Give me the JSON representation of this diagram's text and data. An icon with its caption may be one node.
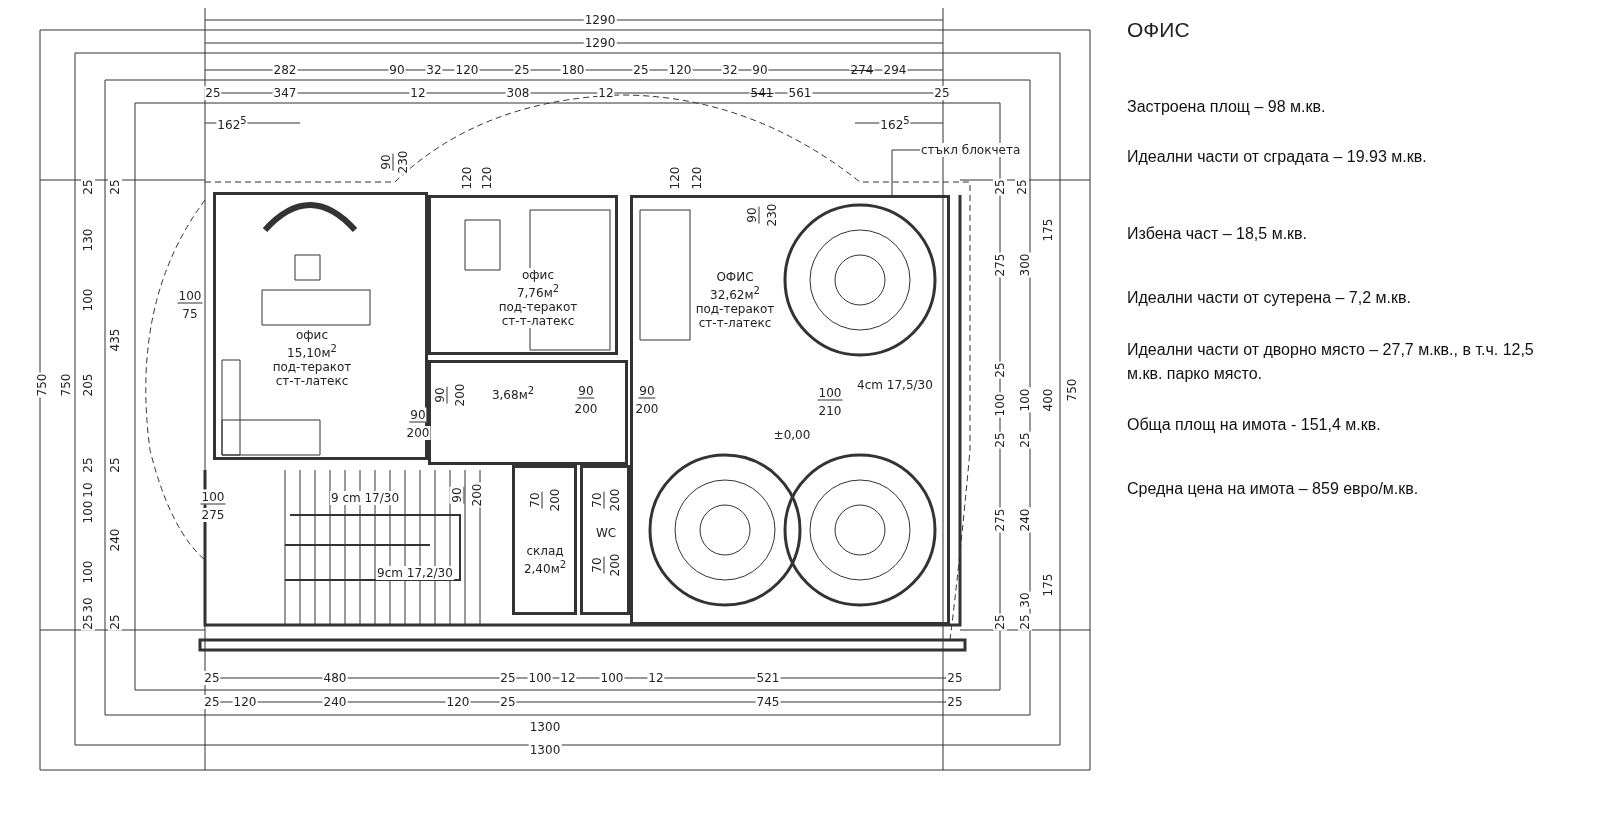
{
  "diagram": {
    "title": "ОФИС",
    "nodes": [
      {
        "text": [
          "офис",
          "15,10м$^{2}$",
          "под-теракот",
          "ст-т-латекс"
        ]
      },
      {
        "text": [
          "офис",
          "7,76м$^{2}$",
          "под-теракот",
          "ст-т-латекс"
        ]
      },
      {
        "text": [
          "ОФИС",
          "32,62м$^{2}$",
          "под-теракот",
          "ст-т-латекс"
        ]
      },
      {
        "text": [
          "3,68м$^{2}$"
        ]
      },
      {
        "text": [
          "склад",
          "2,40м$^{2}$"
        ]
      },
      {
        "text": [
          "WC"
        ]
      },
      {
        "text": [
          "стъкл блокчета"
        ]
      }
    ],
    "edges": [
      {
        "from": 6,
        "to": 2,
        "arrow": "none"
      }
    ],
    "labels": [
      "1290",
      "1290",
      "282",
      "90",
      "32",
      "120",
      "25",
      "180",
      "25",
      "120",
      "32",
      "90",
      "274",
      "294",
      "25",
      "347",
      "12",
      "308",
      "12",
      "541",
      "561",
      "25",
      "162$^{5}$",
      "162$^{5}$",
      "90",
      "230",
      "120",
      "120",
      "120",
      "120",
      "90",
      "230",
      "25",
      "25",
      "130",
      "100",
      "435",
      "750",
      "750",
      "205",
      "25",
      "25",
      "10",
      "100",
      "240",
      "100",
      "30",
      "25",
      "25",
      "25",
      "25",
      "175",
      "275",
      "300",
      "25",
      "100",
      "100",
      "400",
      "750",
      "25",
      "25",
      "275",
      "240",
      "175",
      "25",
      "30",
      "25",
      "25",
      "480",
      "25",
      "100",
      "12",
      "100",
      "12",
      "521",
      "25",
      "25",
      "120",
      "240",
      "120",
      "25",
      "745",
      "25",
      "1300",
      "1300",
      "100",
      "75",
      "90",
      "200",
      "90",
      "200",
      "90",
      "200",
      "90",
      "200",
      "90",
      "200",
      "70",
      "200",
      "70",
      "200",
      "70",
      "200",
      "100",
      "275",
      "100",
      "210",
      "9 cm 17/30",
      "9cm 17,2/30",
      "4cm 17,5/30",
      "±0,00",
      "Застроена площ – 98 м.кв.",
      "Идеални части от сградата – 19.93 м.кв.",
      "Избена част – 18,5 м.кв.",
      "Идеални части от сутерена – 7,2 м.кв.",
      "Идеални части от дворно място – 27,7 м.кв., в т.ч. 12,5 м.кв. парко място.",
      "Обща площ на имота - 151,4 м.кв.",
      "Средна цена на имота – 859 евро/м.кв."
    ]
  }
}
